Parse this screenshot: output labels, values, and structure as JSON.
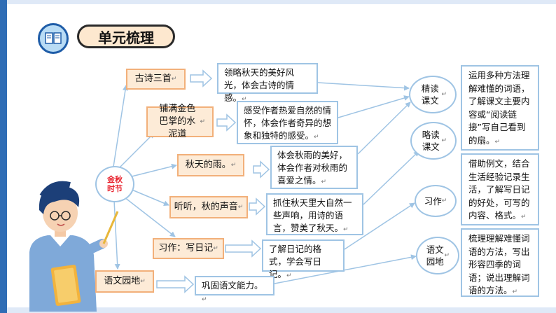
{
  "title": "单元梳理",
  "center": "金秋时节",
  "topics": [
    {
      "label": "古诗三首",
      "desc": "领略秋天的美好风光，体会古诗的情感。"
    },
    {
      "label": "铺满金色巴掌的水泥道",
      "desc": "感受作者热爱自然的情怀，体会作者奇异的想象和独特的感受。"
    },
    {
      "label": "秋天的雨。",
      "desc": "体会秋雨的美好，体会作者对秋雨的喜爱之情。"
    },
    {
      "label": "听听，秋的声音",
      "desc": "抓住秋天里大自然一些声响，用诗的语言，赞美了秋天。"
    },
    {
      "label": "习作：写日记",
      "desc": "了解日记的格式，学会写日记。"
    },
    {
      "label": "语文园地",
      "desc": "巩固语文能力。"
    }
  ],
  "categories": [
    {
      "label": "精读课文",
      "desc": "运用多种方法理解难懂的词语，了解课文主要内容或“阅读链接”写自己看到的扇。"
    },
    {
      "label": "略读课文",
      "desc": ""
    },
    {
      "label": "习作",
      "desc": "借助例文，结合生活经验记录生活，了解写日记的好处，可写的内容、格式。"
    },
    {
      "label": "语文园地",
      "desc": "梳理理解难懂词语的方法，写出形容四季的词语；说出理解词语的方法。"
    }
  ],
  "colors": {
    "topic_fill": "#fdebd7",
    "topic_border": "#f2b07a",
    "blue_border": "#9fc4e4",
    "arrow": "#9fc4e4",
    "center_text": "#e8232e",
    "accent": "#2f6db5"
  },
  "icons": [
    "book-icon",
    "teacher-illustration"
  ]
}
